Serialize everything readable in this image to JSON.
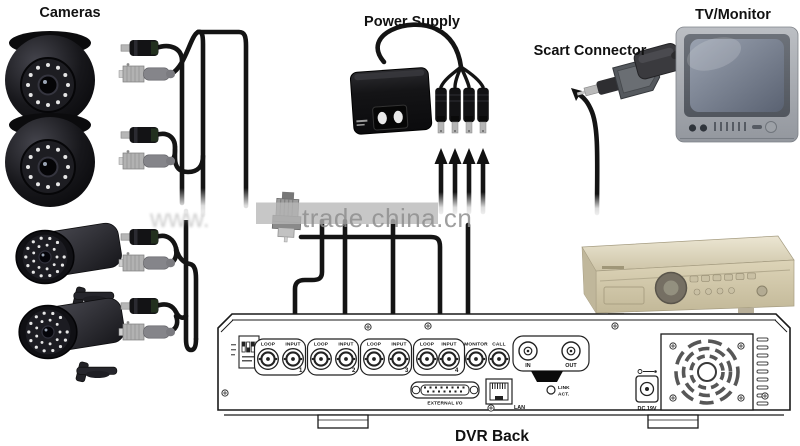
{
  "labels": {
    "cameras": "Cameras",
    "power_supply": "Power Supply",
    "scart_connector": "Scart Connector",
    "tv_monitor": "TV/Monitor",
    "dvr_back": "DVR Back"
  },
  "watermark": {
    "prefix": "www.",
    "text": "trade.china.cn"
  },
  "panel": {
    "groups": [
      {
        "loop": "LOOP",
        "input": "INPUT",
        "channel": "1"
      },
      {
        "loop": "LOOP",
        "input": "INPUT",
        "channel": "2"
      },
      {
        "loop": "LOOP",
        "input": "INPUT",
        "channel": "3"
      },
      {
        "loop": "LOOP",
        "input": "INPUT",
        "channel": "4"
      }
    ],
    "monitor": "MONITOR",
    "call": "CALL",
    "in": "IN",
    "out": "OUT",
    "external_io": "EXTERNAL I/O",
    "lan": "LAN",
    "link": "LINK",
    "act": "ACT.",
    "dc": "DC 19V"
  },
  "icons": [
    "dome-camera",
    "bullet-camera",
    "dc-power-plug",
    "bnc-connector",
    "power-brick",
    "dc-splitter-plug",
    "scart-plug",
    "crt-tv",
    "dvr-unit",
    "cooling-fan",
    "rj45-port",
    "db15-port",
    "dc-jack",
    "down-arrow",
    "up-arrow"
  ],
  "colors": {
    "wire": "#141414",
    "arrow": "#111111",
    "watermark_band": "#b7b7b7",
    "watermark_text": "#8f8f8f",
    "panel_outline": "#1a1a1a",
    "tv_body": "#a9adb3",
    "tv_screen": "#727c8c",
    "dvr_beige": "#d8d0b6",
    "camera_black": "#0d0d10",
    "connector_silver": "#b5b5b5",
    "boot_gray": "#87878c"
  }
}
